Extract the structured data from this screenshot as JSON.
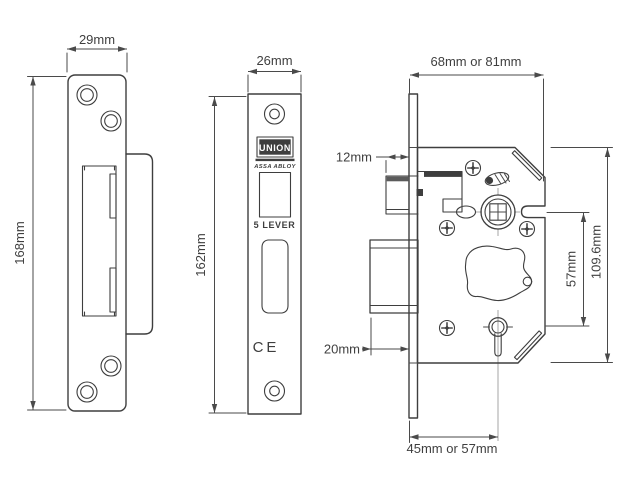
{
  "page": {
    "description": "Dimensional line drawing of a UNION 5 lever mortice deadlock: strike plate, forend faceplate and lock case views",
    "colors": {
      "background": "#ffffff",
      "ink": "#3e3e3e",
      "dimension": "#4a4a4a"
    }
  },
  "strike_plate_view": {
    "width_dim": "29mm",
    "height_dim": "168mm"
  },
  "faceplate_view": {
    "width_dim": "26mm",
    "height_dim": "162mm",
    "brand": "UNION",
    "brand_subtitle": "ASSA ABLOY",
    "lever_text": "5 LEVER",
    "ce_mark": "CE"
  },
  "lock_body_view": {
    "case_depth_dim": "68mm or 81mm",
    "latch_projection_dim": "12mm",
    "deadbolt_projection_dim": "20mm",
    "centres_dim": "57mm",
    "case_height_dim": "109.6mm",
    "backset_dim": "45mm or 57mm"
  }
}
